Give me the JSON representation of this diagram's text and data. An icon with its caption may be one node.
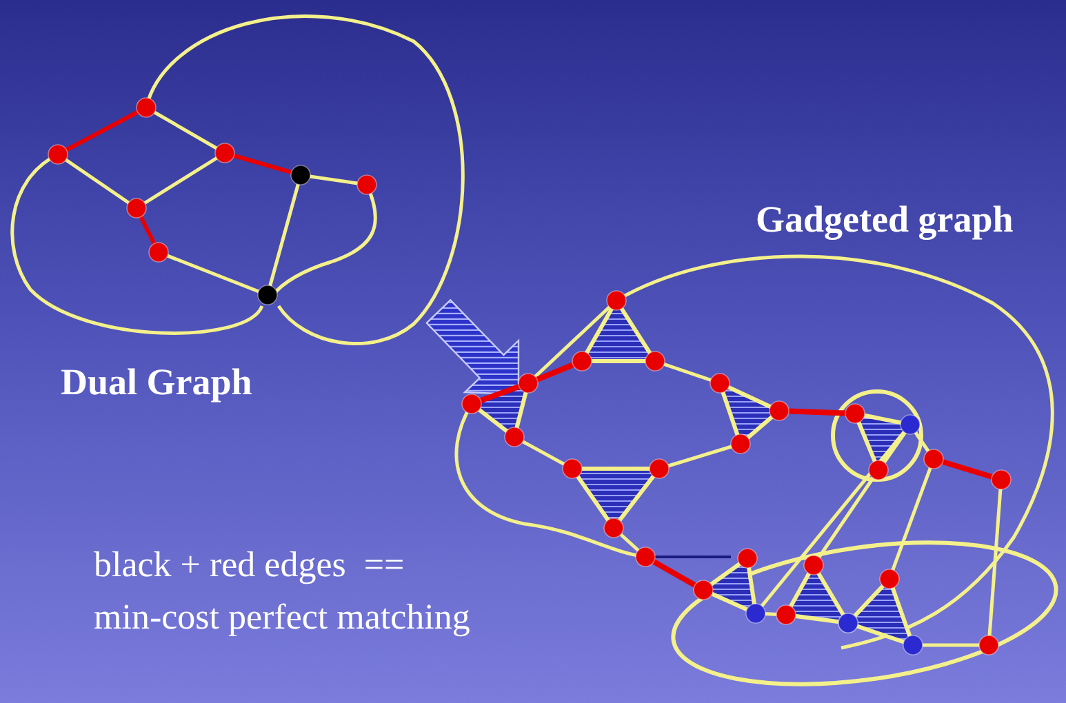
{
  "diagram": {
    "nodes": [
      {
        "text": [],
        "shape": "picture",
        "beside": [
          "Dual Graph"
        ]
      },
      {
        "text": [],
        "shape": "picture",
        "beside": [
          "Gadgeted graph"
        ]
      }
    ],
    "edges": [
      {
        "from": 0,
        "to": 1,
        "arrow": "to"
      }
    ],
    "labels": [
      "black + red edges  ==",
      "min-cost perfect matching"
    ]
  }
}
